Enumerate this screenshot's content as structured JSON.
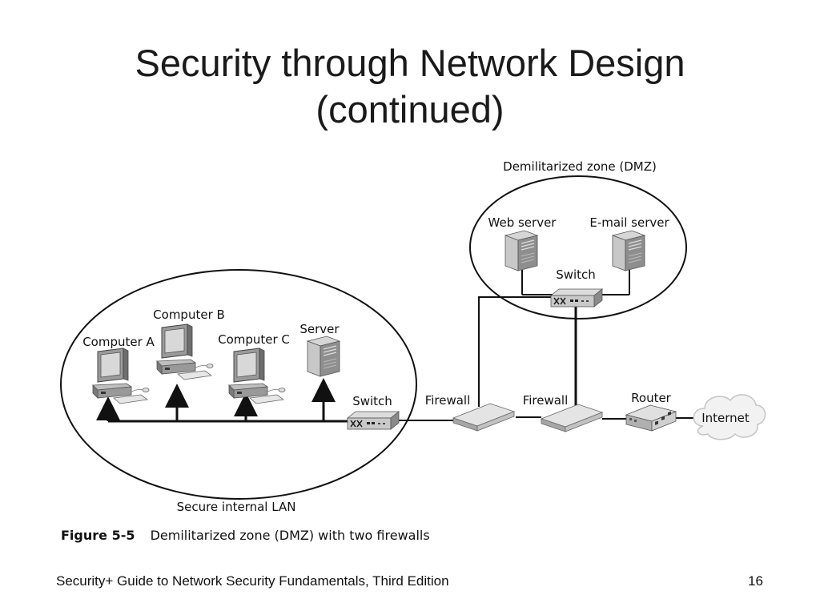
{
  "slide": {
    "title_line1": "Security through Network Design",
    "title_line2": "(continued)"
  },
  "diagram": {
    "zones": {
      "dmz": "Demilitarized zone (DMZ)",
      "lan": "Secure internal LAN"
    },
    "nodes": {
      "web_server": "Web server",
      "email_server": "E-mail server",
      "dmz_switch": "Switch",
      "computer_a": "Computer A",
      "computer_b": "Computer B",
      "computer_c": "Computer C",
      "lan_server": "Server",
      "lan_switch": "Switch",
      "firewall_1": "Firewall",
      "firewall_2": "Firewall",
      "router": "Router",
      "internet": "Internet"
    }
  },
  "figure": {
    "number": "Figure 5-5",
    "caption": "Demilitarized zone (DMZ) with two firewalls"
  },
  "footer": {
    "book": "Security+ Guide to Network Security Fundamentals, Third Edition",
    "page": "16"
  }
}
